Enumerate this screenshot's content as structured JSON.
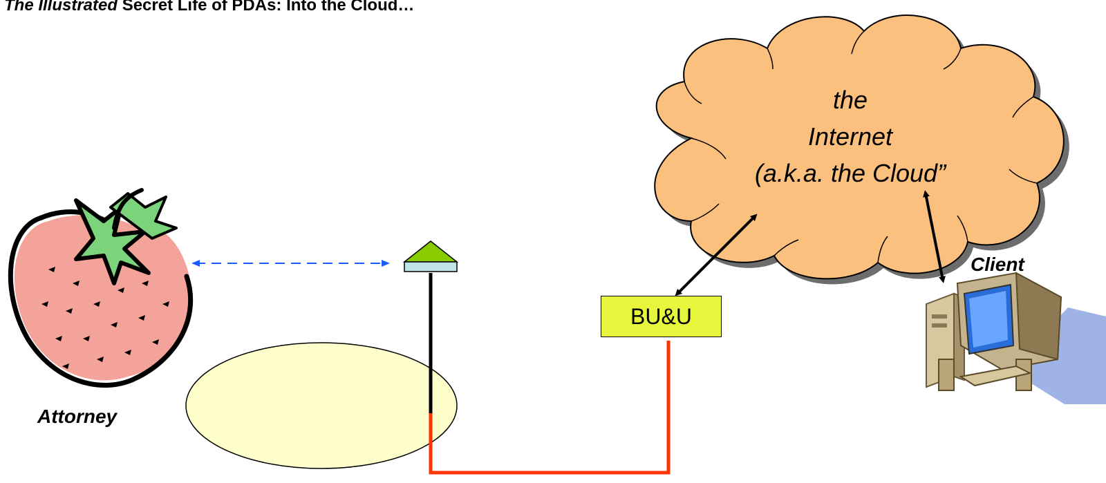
{
  "title": {
    "italic_part": "The Illustrated",
    "rest": " Secret Life of PDAs: Into the Cloud…"
  },
  "cloud": {
    "line1": "the",
    "line2": "Internet",
    "line3": "(a.k.a. the Cloud”"
  },
  "nodes": {
    "bu_label": "BU&U",
    "attorney_label": "Attorney",
    "client_label": "Client"
  },
  "colors": {
    "cloud_fill": "#fbbf7e",
    "box_fill": "#e8f53d",
    "ellipse_fill": "#ffffcc",
    "red_line": "#ff3300",
    "dashed_arrow": "#1a5cff",
    "antenna_top": "#88cc00",
    "antenna_base": "#bfe3e6"
  },
  "icons": {
    "attorney": "strawberry-icon",
    "client": "desktop-computer-icon",
    "access_point": "antenna-icon"
  }
}
